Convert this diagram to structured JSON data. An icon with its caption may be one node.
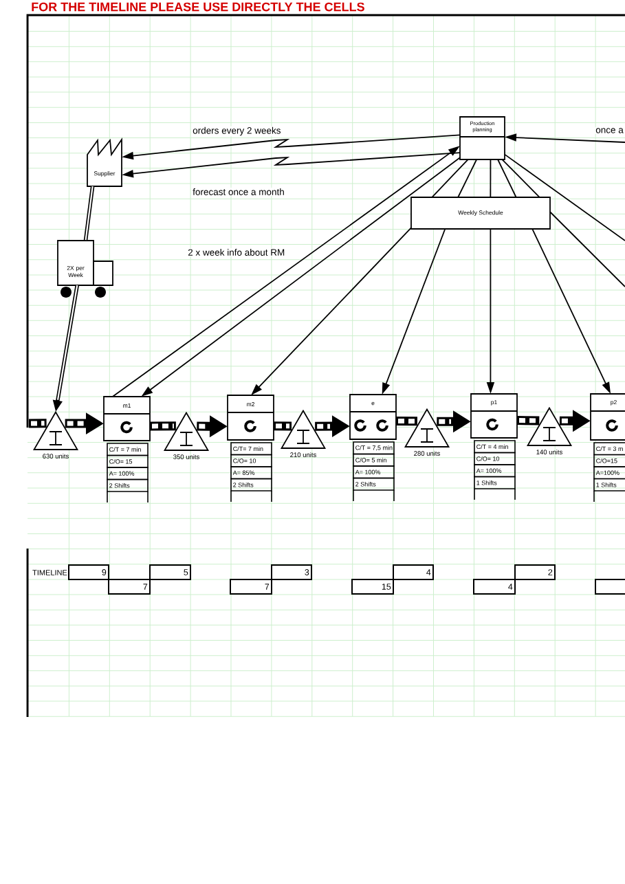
{
  "diagram": {
    "title": "FOR THE TIMELINE PLEASE USE DIRECTLY THE CELLS",
    "nodes": [
      {
        "text": [
          "Production planning"
        ]
      },
      {
        "text": [
          "Supplier"
        ]
      },
      {
        "text": [
          "Weekly Schedule"
        ]
      },
      {
        "text": [
          "2X per Week"
        ]
      },
      {
        "text": [],
        "shape": "triangle",
        "beside": [
          "630 units"
        ]
      },
      {
        "text": [
          "m1",
          "C/T = 7 min",
          "C/O= 15",
          "A= 100%",
          "2 Shifts"
        ]
      },
      {
        "text": [],
        "shape": "triangle",
        "beside": [
          "350 units"
        ]
      },
      {
        "text": [
          "m2",
          "C/T= 7 min",
          "C/O= 10",
          "A= 85%",
          "2 Shifts"
        ]
      },
      {
        "text": [],
        "shape": "triangle",
        "beside": [
          "210 units"
        ]
      },
      {
        "text": [
          "e",
          "C/T = 7,5 min",
          "C/O= 5 min",
          "A= 100%",
          "2 Shifts"
        ]
      },
      {
        "text": [],
        "shape": "triangle",
        "beside": [
          "280 units"
        ]
      },
      {
        "text": [
          "p1",
          "C/T = 4 min",
          "C/O= 10",
          "A= 100%",
          "1 Shifts"
        ]
      },
      {
        "text": [],
        "shape": "triangle",
        "beside": [
          "140 units"
        ]
      },
      {
        "text": [
          "p2",
          "C/T = 3 m",
          "C/O=15",
          "A=100%",
          "1 Shifts"
        ]
      }
    ],
    "edges": [
      {
        "from": 0,
        "to": 1,
        "arrow": "to",
        "label": "orders every 2 weeks"
      },
      {
        "from": 0,
        "to": 1,
        "arrow": "to",
        "label": "forecast once a month"
      },
      {
        "from": null,
        "to": 0,
        "arrow": "to",
        "label": "once a"
      },
      {
        "from": 1,
        "to": 3,
        "arrow": "none",
        "style": "thick"
      },
      {
        "from": 3,
        "to": 4,
        "arrow": "to",
        "style": "thick"
      },
      {
        "from": 5,
        "to": 0,
        "arrow": "to",
        "label": "2 x week info about RM"
      },
      {
        "from": 0,
        "to": 5,
        "arrow": "to"
      },
      {
        "from": 0,
        "to": 2,
        "arrow": "none"
      },
      {
        "from": 0,
        "to": 2,
        "arrow": "none"
      },
      {
        "from": 0,
        "to": 2,
        "arrow": "none"
      },
      {
        "from": 0,
        "to": 2,
        "arrow": "none"
      },
      {
        "from": 0,
        "to": 2,
        "arrow": "none"
      },
      {
        "from": 0,
        "to": null,
        "arrow": "none"
      },
      {
        "from": 2,
        "to": 7,
        "arrow": "to"
      },
      {
        "from": 2,
        "to": 9,
        "arrow": "to"
      },
      {
        "from": 2,
        "to": 11,
        "arrow": "to"
      },
      {
        "from": 2,
        "to": 13,
        "arrow": "to"
      },
      {
        "from": 2,
        "to": null,
        "arrow": "none"
      },
      {
        "from": null,
        "to": 4,
        "arrow": "none",
        "style": "thick"
      },
      {
        "from": 4,
        "to": 5,
        "arrow": "to",
        "style": "thick"
      },
      {
        "from": 5,
        "to": 6,
        "arrow": "none",
        "style": "thick"
      },
      {
        "from": 6,
        "to": 7,
        "arrow": "to",
        "style": "thick"
      },
      {
        "from": 7,
        "to": 8,
        "arrow": "none",
        "style": "thick"
      },
      {
        "from": 8,
        "to": 9,
        "arrow": "to",
        "style": "thick"
      },
      {
        "from": 9,
        "to": 10,
        "arrow": "none",
        "style": "thick"
      },
      {
        "from": 10,
        "to": 11,
        "arrow": "to",
        "style": "thick"
      },
      {
        "from": 11,
        "to": 12,
        "arrow": "none",
        "style": "thick"
      },
      {
        "from": 12,
        "to": 13,
        "arrow": "to",
        "style": "thick"
      }
    ],
    "labels": [
      "TIMELINE",
      "9",
      "5",
      "3",
      "4",
      "2",
      "7",
      "7",
      "15",
      "4"
    ]
  }
}
